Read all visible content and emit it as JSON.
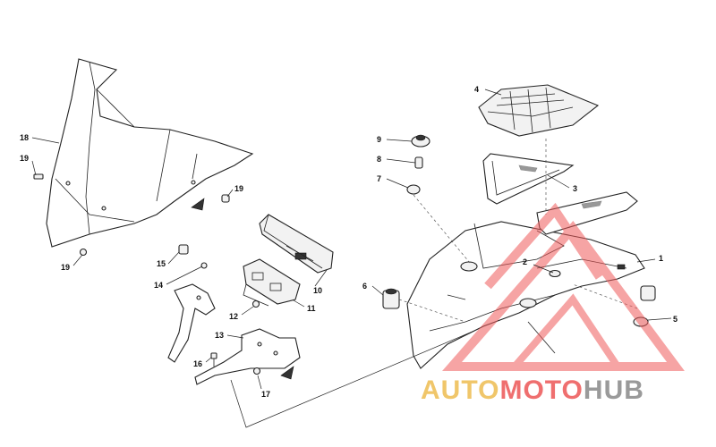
{
  "callouts": {
    "n1": "1",
    "n2": "2",
    "n3": "3",
    "n4": "4",
    "n5": "5",
    "n6": "6",
    "n7": "7",
    "n8": "8",
    "n9": "9",
    "n10": "10",
    "n11": "11",
    "n12": "12",
    "n13": "13",
    "n14": "14",
    "n15": "15",
    "n16": "16",
    "n17": "17",
    "n18": "18",
    "n19a": "19",
    "n19b": "19",
    "n19c": "19"
  },
  "watermark": {
    "part1": "AUTO",
    "part2": "MOTO",
    "part3": "HUB",
    "colors": {
      "auto": "#f0c66a",
      "moto": "#ef6f6f",
      "hub": "#9a9a9a",
      "triangle": "#ef5a5a"
    }
  }
}
